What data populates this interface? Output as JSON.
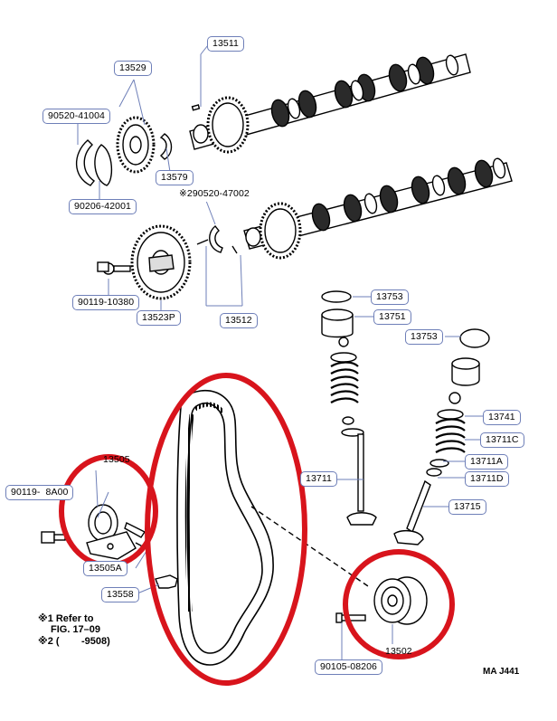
{
  "callouts": {
    "c13511": "13511",
    "c13529": "13529",
    "c90520_41004": "90520-41004",
    "c13579": "13579",
    "c90206_42001": "90206-42001",
    "c90520_47002": "※290520-47002",
    "c90119_10380": "90119-10380",
    "c13523P": "13523P",
    "c13512": "13512",
    "c13753a": "13753",
    "c13751": "13751",
    "c13753b": "13753",
    "c13741": "13741",
    "c13711C": "13711C",
    "c13711A": "13711A",
    "c13711D": "13711D",
    "c13711": "13711",
    "c13715": "13715",
    "c13505": "13505",
    "c90119_8A00": "90119-  8A00",
    "c13505A": "13505A",
    "c13558": "13558",
    "c13502": "13502",
    "c90105_08206": "90105-08206"
  },
  "notes": {
    "line1": "※1 Refer to",
    "line2": "FIG. 17–09",
    "line3": "※2 (        -9508)"
  },
  "code": "MA J441",
  "colors": {
    "ink": "#000000",
    "callout_border": "#6e7fb8",
    "highlight": "#d8141c"
  }
}
